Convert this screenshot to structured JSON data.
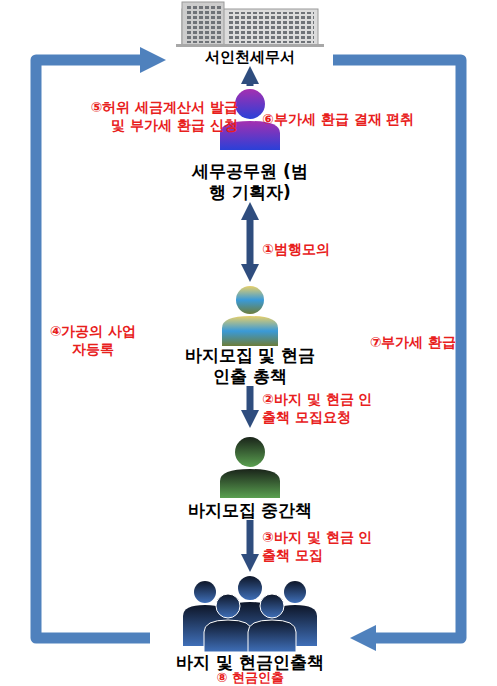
{
  "diagram": {
    "nodes": [
      {
        "text": [
          "서인천세무서"
        ]
      },
      {
        "text": [
          "세무공무원 (범행 기획자)"
        ]
      },
      {
        "text": [
          "바지모집 및 현금 인출 총책"
        ]
      },
      {
        "text": [
          "바지모집 중간책"
        ]
      },
      {
        "text": [
          "바지 및 현금인출책"
        ]
      }
    ],
    "edges": [
      {
        "from": 1,
        "to": 0,
        "arrow": "to",
        "label": "⑤허위 세금계산서 발급 및 부가세 환급 신청"
      },
      {
        "from": 1,
        "to": 2,
        "arrow": "both",
        "label": "①범행모의"
      },
      {
        "from": 2,
        "to": 3,
        "arrow": "to",
        "label": "②바지 및 현금 인출책 모집요청"
      },
      {
        "from": 3,
        "to": 4,
        "arrow": "to",
        "label": "③바지 및 현금 인출책 모집"
      },
      {
        "from": 4,
        "to": 0,
        "arrow": "to",
        "label": "④가공의 사업자등록"
      },
      {
        "from": 0,
        "to": 4,
        "arrow": "to",
        "label": "⑦부가세 환급"
      }
    ],
    "labels": [
      "⑥부가세 환급 결재 편취",
      "⑧ 현금인출"
    ]
  }
}
